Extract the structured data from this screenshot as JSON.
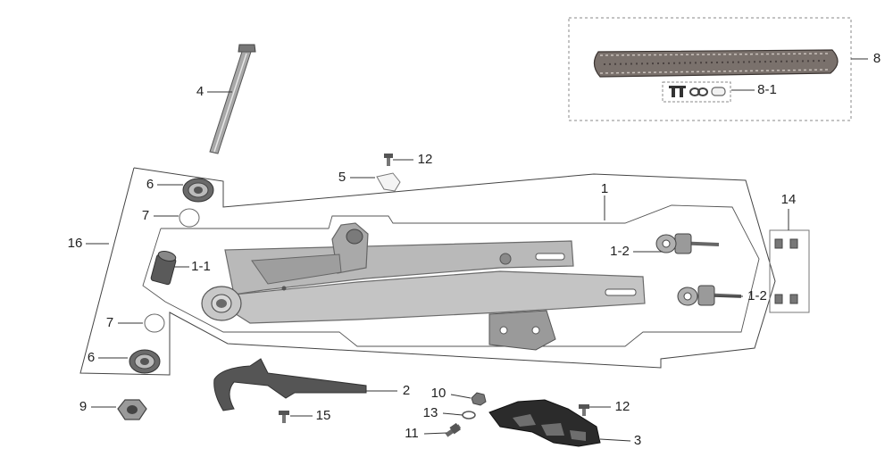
{
  "diagram": {
    "colors": {
      "line": "#444444",
      "dashed": "#8a8a8a",
      "metal": "#b9b9b9",
      "metal_dark": "#8f8f8f",
      "metal_light": "#dcdcdc",
      "black_part": "#2b2b2b"
    },
    "callouts": [
      {
        "id": "c1",
        "text": "1"
      },
      {
        "id": "c1_2a",
        "text": "1-2"
      },
      {
        "id": "c1_2b",
        "text": "1-2"
      },
      {
        "id": "c1_1",
        "text": "1-1"
      },
      {
        "id": "c2",
        "text": "2"
      },
      {
        "id": "c3",
        "text": "3"
      },
      {
        "id": "c4",
        "text": "4"
      },
      {
        "id": "c5",
        "text": "5"
      },
      {
        "id": "c6a",
        "text": "6"
      },
      {
        "id": "c6b",
        "text": "6"
      },
      {
        "id": "c7a",
        "text": "7"
      },
      {
        "id": "c7b",
        "text": "7"
      },
      {
        "id": "c8",
        "text": "8"
      },
      {
        "id": "c8_1",
        "text": "8-1"
      },
      {
        "id": "c9",
        "text": "9"
      },
      {
        "id": "c10",
        "text": "10"
      },
      {
        "id": "c11",
        "text": "11"
      },
      {
        "id": "c12a",
        "text": "12"
      },
      {
        "id": "c12b",
        "text": "12"
      },
      {
        "id": "c13",
        "text": "13"
      },
      {
        "id": "c14",
        "text": "14"
      },
      {
        "id": "c15",
        "text": "15"
      },
      {
        "id": "c16",
        "text": "16"
      }
    ]
  }
}
